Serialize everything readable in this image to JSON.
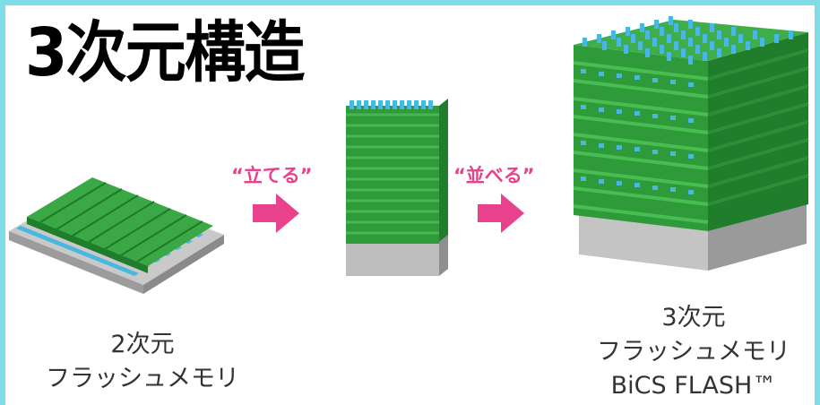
{
  "title": "3次元構造",
  "steps": [
    {
      "label": "“立てる”"
    },
    {
      "label": "“並べる”"
    }
  ],
  "captions": {
    "left": [
      "2次元",
      "フラッシュメモリ"
    ],
    "right": [
      "3次元",
      "フラッシュメモリ",
      "BiCS FLASH™"
    ]
  },
  "colors": {
    "frame": "#7fdde8",
    "accent_pink": "#e8428c",
    "green": "#2e9e3c",
    "cyan": "#49b8e0",
    "gray": "#b8b8b8"
  }
}
